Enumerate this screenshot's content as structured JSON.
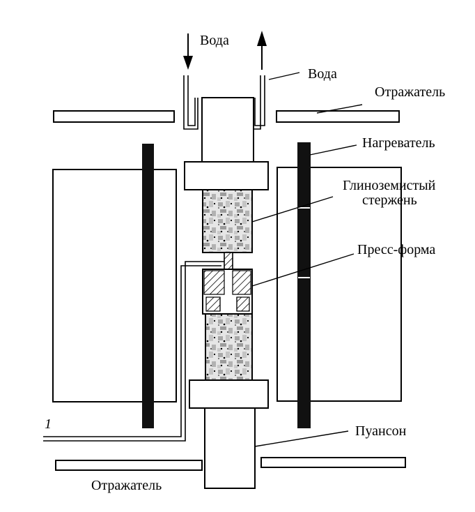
{
  "labels": {
    "water_in": "Вода",
    "water_out": "Вода",
    "reflector_top": "Отражатель",
    "heater": "Нагреватель",
    "alumina_rod_line1": "Глиноземистый",
    "alumina_rod_line2": "стержень",
    "press_form": "Пресс-форма",
    "punch": "Пуансон",
    "reflector_bottom": "Отражатель",
    "marker": "1"
  },
  "icons": {
    "water_in_arrow": "arrow-down-icon",
    "water_out_arrow": "arrow-up-icon"
  },
  "colors": {
    "stroke": "#000000",
    "heater": "#111111",
    "hatch": "#000000",
    "porous_fill": "#b8b8b8"
  }
}
